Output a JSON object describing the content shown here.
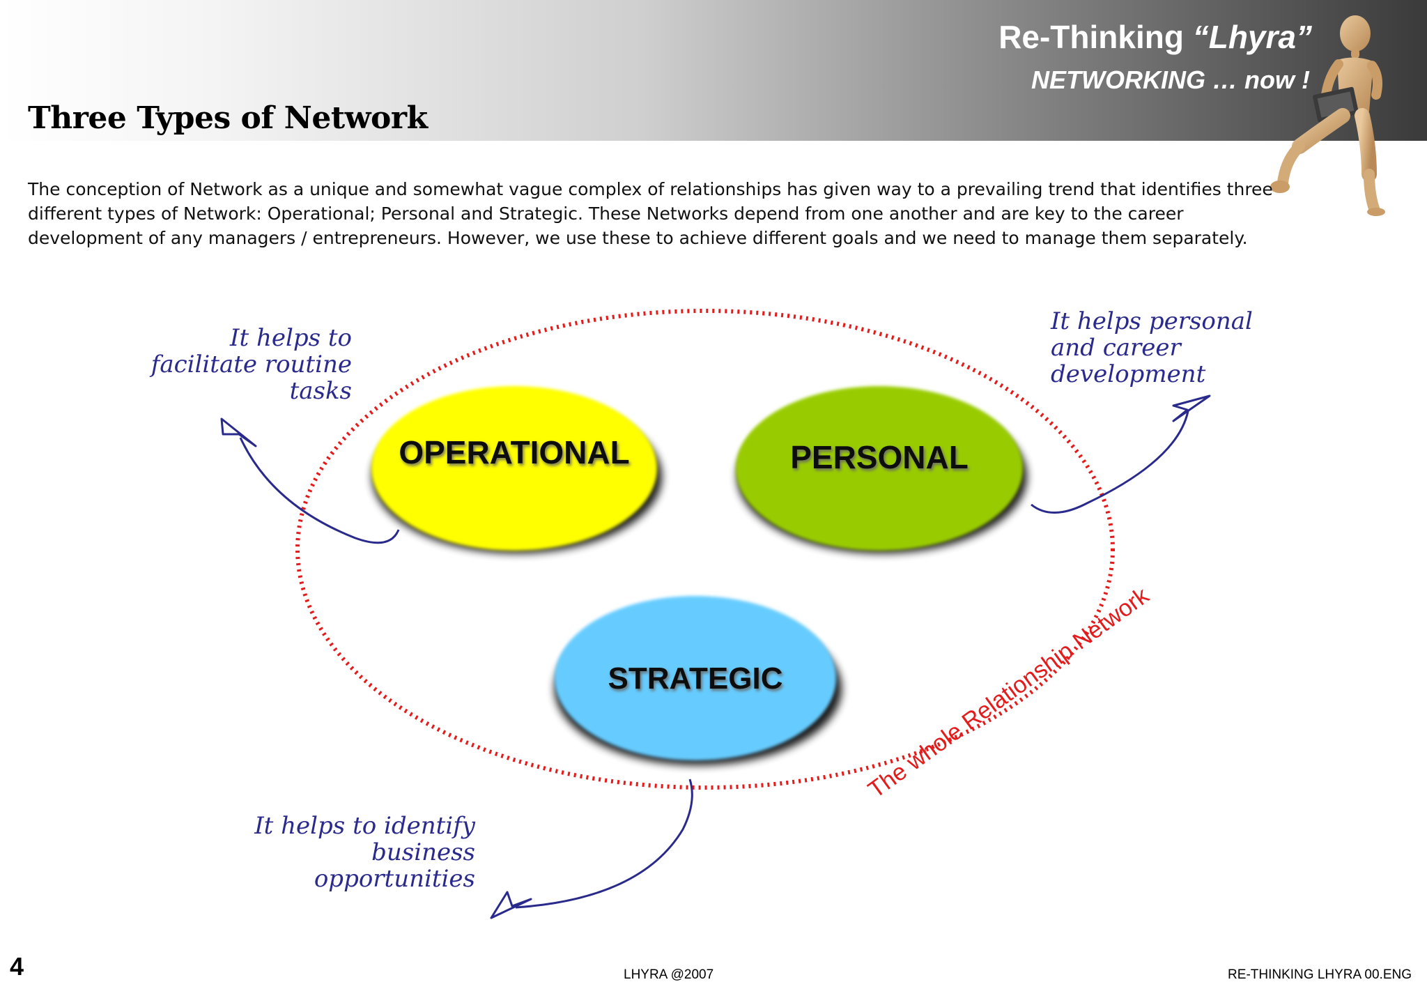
{
  "header": {
    "brand_title_main": "Re-Thinking",
    "brand_title_quote": "“Lhyra”",
    "brand_subtitle": "NETWORKING … now !"
  },
  "slide": {
    "title": "Three Types of Network",
    "intro": "The conception of Network as a unique and somewhat vague complex of relationships has given way to a prevailing trend that identifies three different types of Network: Operational; Personal and Strategic. These Networks depend from one another and are key to the career development of any managers / entrepreneurs. However, we use these to achieve different goals and we need to manage them separately."
  },
  "diagram": {
    "container_label": "The whole Relationship Network",
    "container_color": "#e31b1b",
    "nodes": [
      {
        "id": "operational",
        "label": "OPERATIONAL",
        "color": "#ffff00"
      },
      {
        "id": "personal",
        "label": "PERSONAL",
        "color": "#99cc00"
      },
      {
        "id": "strategic",
        "label": "STRATEGIC",
        "color": "#66ccff"
      }
    ],
    "notes": {
      "operational": [
        "It helps to",
        "facilitate routine",
        "tasks"
      ],
      "personal": [
        "It helps personal",
        "and career",
        "development"
      ],
      "strategic": [
        "It helps to identify",
        "business",
        "opportunities"
      ]
    },
    "note_color": "#2a2a8c"
  },
  "footer": {
    "page_number": "4",
    "center": "LHYRA @2007",
    "right": "RE-THINKING LHYRA 00.ENG"
  },
  "icons": {
    "mascot": "wooden-mannequin-with-laptop-icon"
  }
}
